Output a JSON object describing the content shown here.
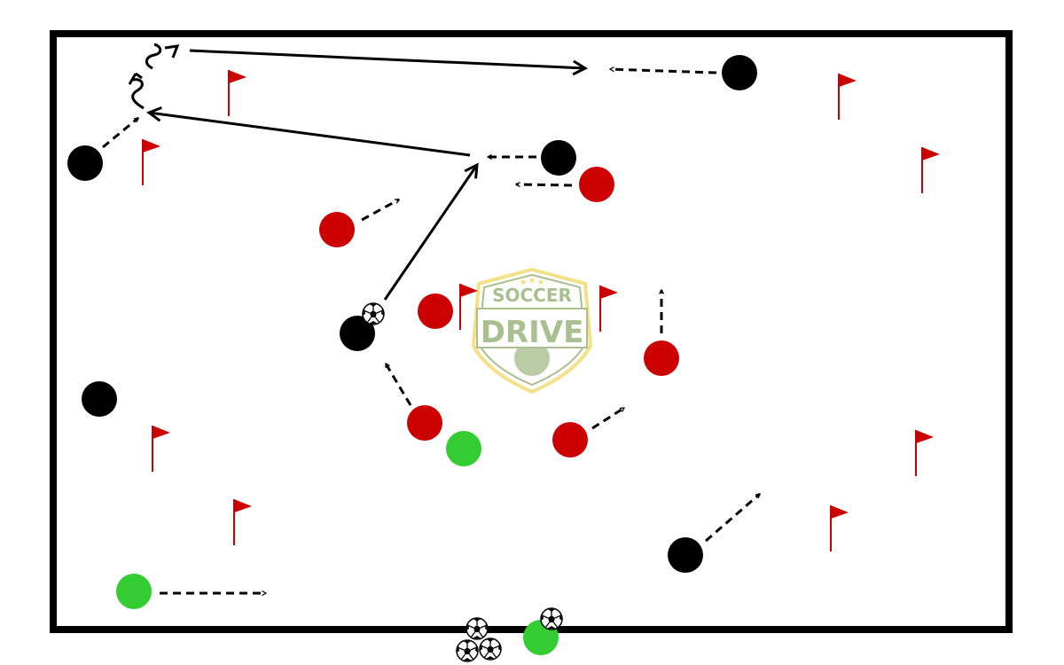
{
  "diagram": {
    "type": "soccer drill",
    "logo": {
      "line1": "SOCCER",
      "line2": "DRIVE"
    },
    "colors": {
      "field_border": "#000000",
      "team_black": "#000000",
      "team_red": "#cc0000",
      "neutral_green": "#33cc33",
      "flag": "#cc0000",
      "logo_green": "#a9bf8f",
      "logo_gold": "#f5e08a"
    },
    "counts": {
      "black_players": 6,
      "red_players": 6,
      "green_players": 3,
      "flags": 10,
      "balls": 5
    }
  }
}
